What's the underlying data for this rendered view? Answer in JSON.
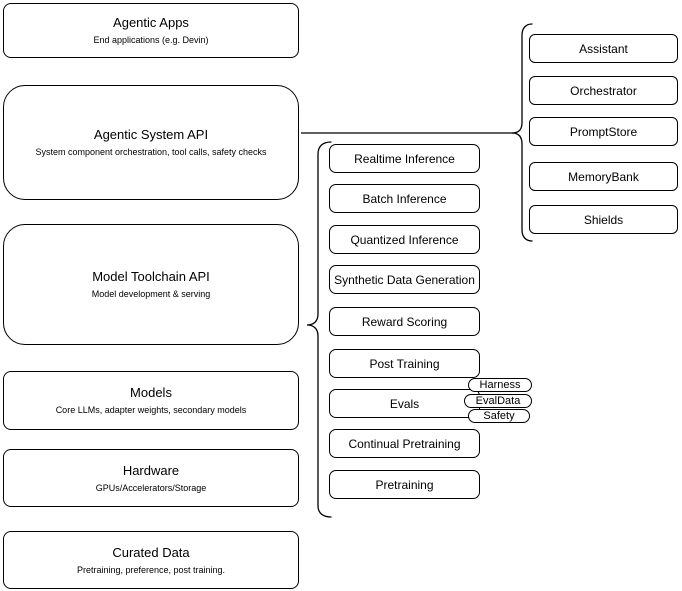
{
  "colors": {
    "stroke": "#000000",
    "node_fill": "#ffffff",
    "text": "#000000",
    "background": "#ffffff"
  },
  "left_column": {
    "boxes": [
      {
        "title": "Agentic Apps",
        "subtitle": "End applications (e.g. Devin)"
      },
      {
        "title": "Agentic System API",
        "subtitle": "System component orchestration, tool calls, safety checks"
      },
      {
        "title": "Model Toolchain API",
        "subtitle": "Model development & serving"
      },
      {
        "title": "Models",
        "subtitle": "Core LLMs, adapter weights, secondary models"
      },
      {
        "title": "Hardware",
        "subtitle": "GPUs/Accelerators/Storage"
      },
      {
        "title": "Curated Data",
        "subtitle": "Pretraining, preference, post training."
      }
    ]
  },
  "toolchain": {
    "items": [
      "Realtime Inference",
      "Batch Inference",
      "Quantized Inference",
      "Synthetic Data Generation",
      "Reward Scoring",
      "Post Training",
      "Evals",
      "Continual Pretraining",
      "Pretraining"
    ]
  },
  "evals_tags": [
    "Harness",
    "EvalData",
    "Safety"
  ],
  "system_components": [
    "Assistant",
    "Orchestrator",
    "PromptStore",
    "MemoryBank",
    "Shields"
  ]
}
